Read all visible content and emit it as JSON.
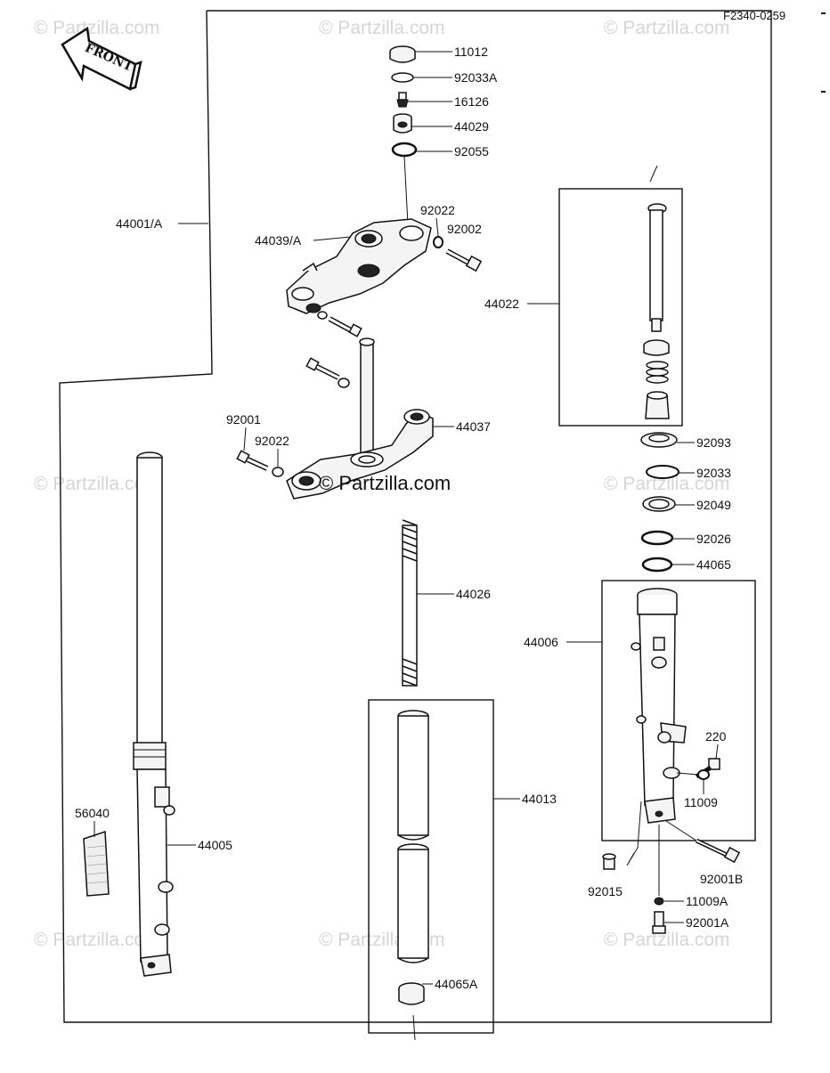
{
  "diagram": {
    "code": "F2340-0259",
    "direction_label": "FRONT",
    "watermark": "© Partzilla.com",
    "center_watermark": "© Partzilla.com",
    "labels": {
      "l11012": "11012",
      "l92033A": "92033A",
      "l16126": "16126",
      "l44029": "44029",
      "l92055": "92055",
      "l44001A": "44001/A",
      "l92022a": "92022",
      "l92002": "92002",
      "l44039A": "44039/A",
      "l44022": "44022",
      "l92001a": "92001",
      "l92022b": "92022",
      "l44037": "44037",
      "l92093": "92093",
      "l92033": "92033",
      "l92049": "92049",
      "l92026": "92026",
      "l44065": "44065",
      "l44026": "44026",
      "l44006": "44006",
      "l220": "220",
      "l11009": "11009",
      "l56040": "56040",
      "l44013": "44013",
      "l44005": "44005",
      "l92001B": "92001B",
      "l92015": "92015",
      "l11009A": "11009A",
      "l92001A": "92001A",
      "l44065A": "44065A"
    }
  }
}
